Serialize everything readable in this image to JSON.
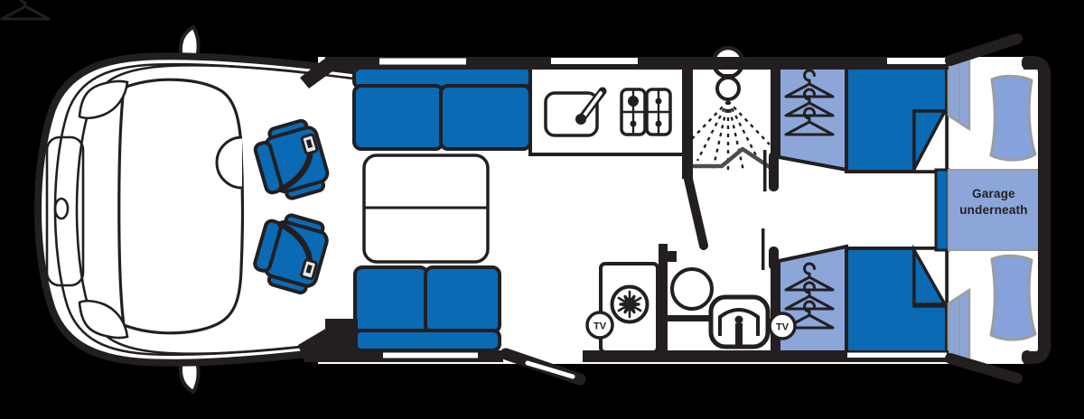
{
  "floorplan": {
    "labels": {
      "tv": "TV",
      "garage_line1": "Garage",
      "garage_line2": "underneath"
    },
    "colors": {
      "background": "#000000",
      "ink": "#231f20",
      "blue": "#0a6ab4",
      "light_blue": "#8ca6d9",
      "pillow_blue": "#85a2da",
      "buckle_gray": "#e6e7e8",
      "door_gray": "#4d4d4f",
      "outline_gray": "#9b9da0",
      "white": "#ffffff"
    },
    "icons": {
      "snowflake_icon": "fridge-freezer",
      "hanger_icon": "wardrobe-hangers",
      "shower_head_icon": "shower",
      "seatbelt_icon": "belted-swivel-seat",
      "tv_badge": "tv-point"
    }
  }
}
